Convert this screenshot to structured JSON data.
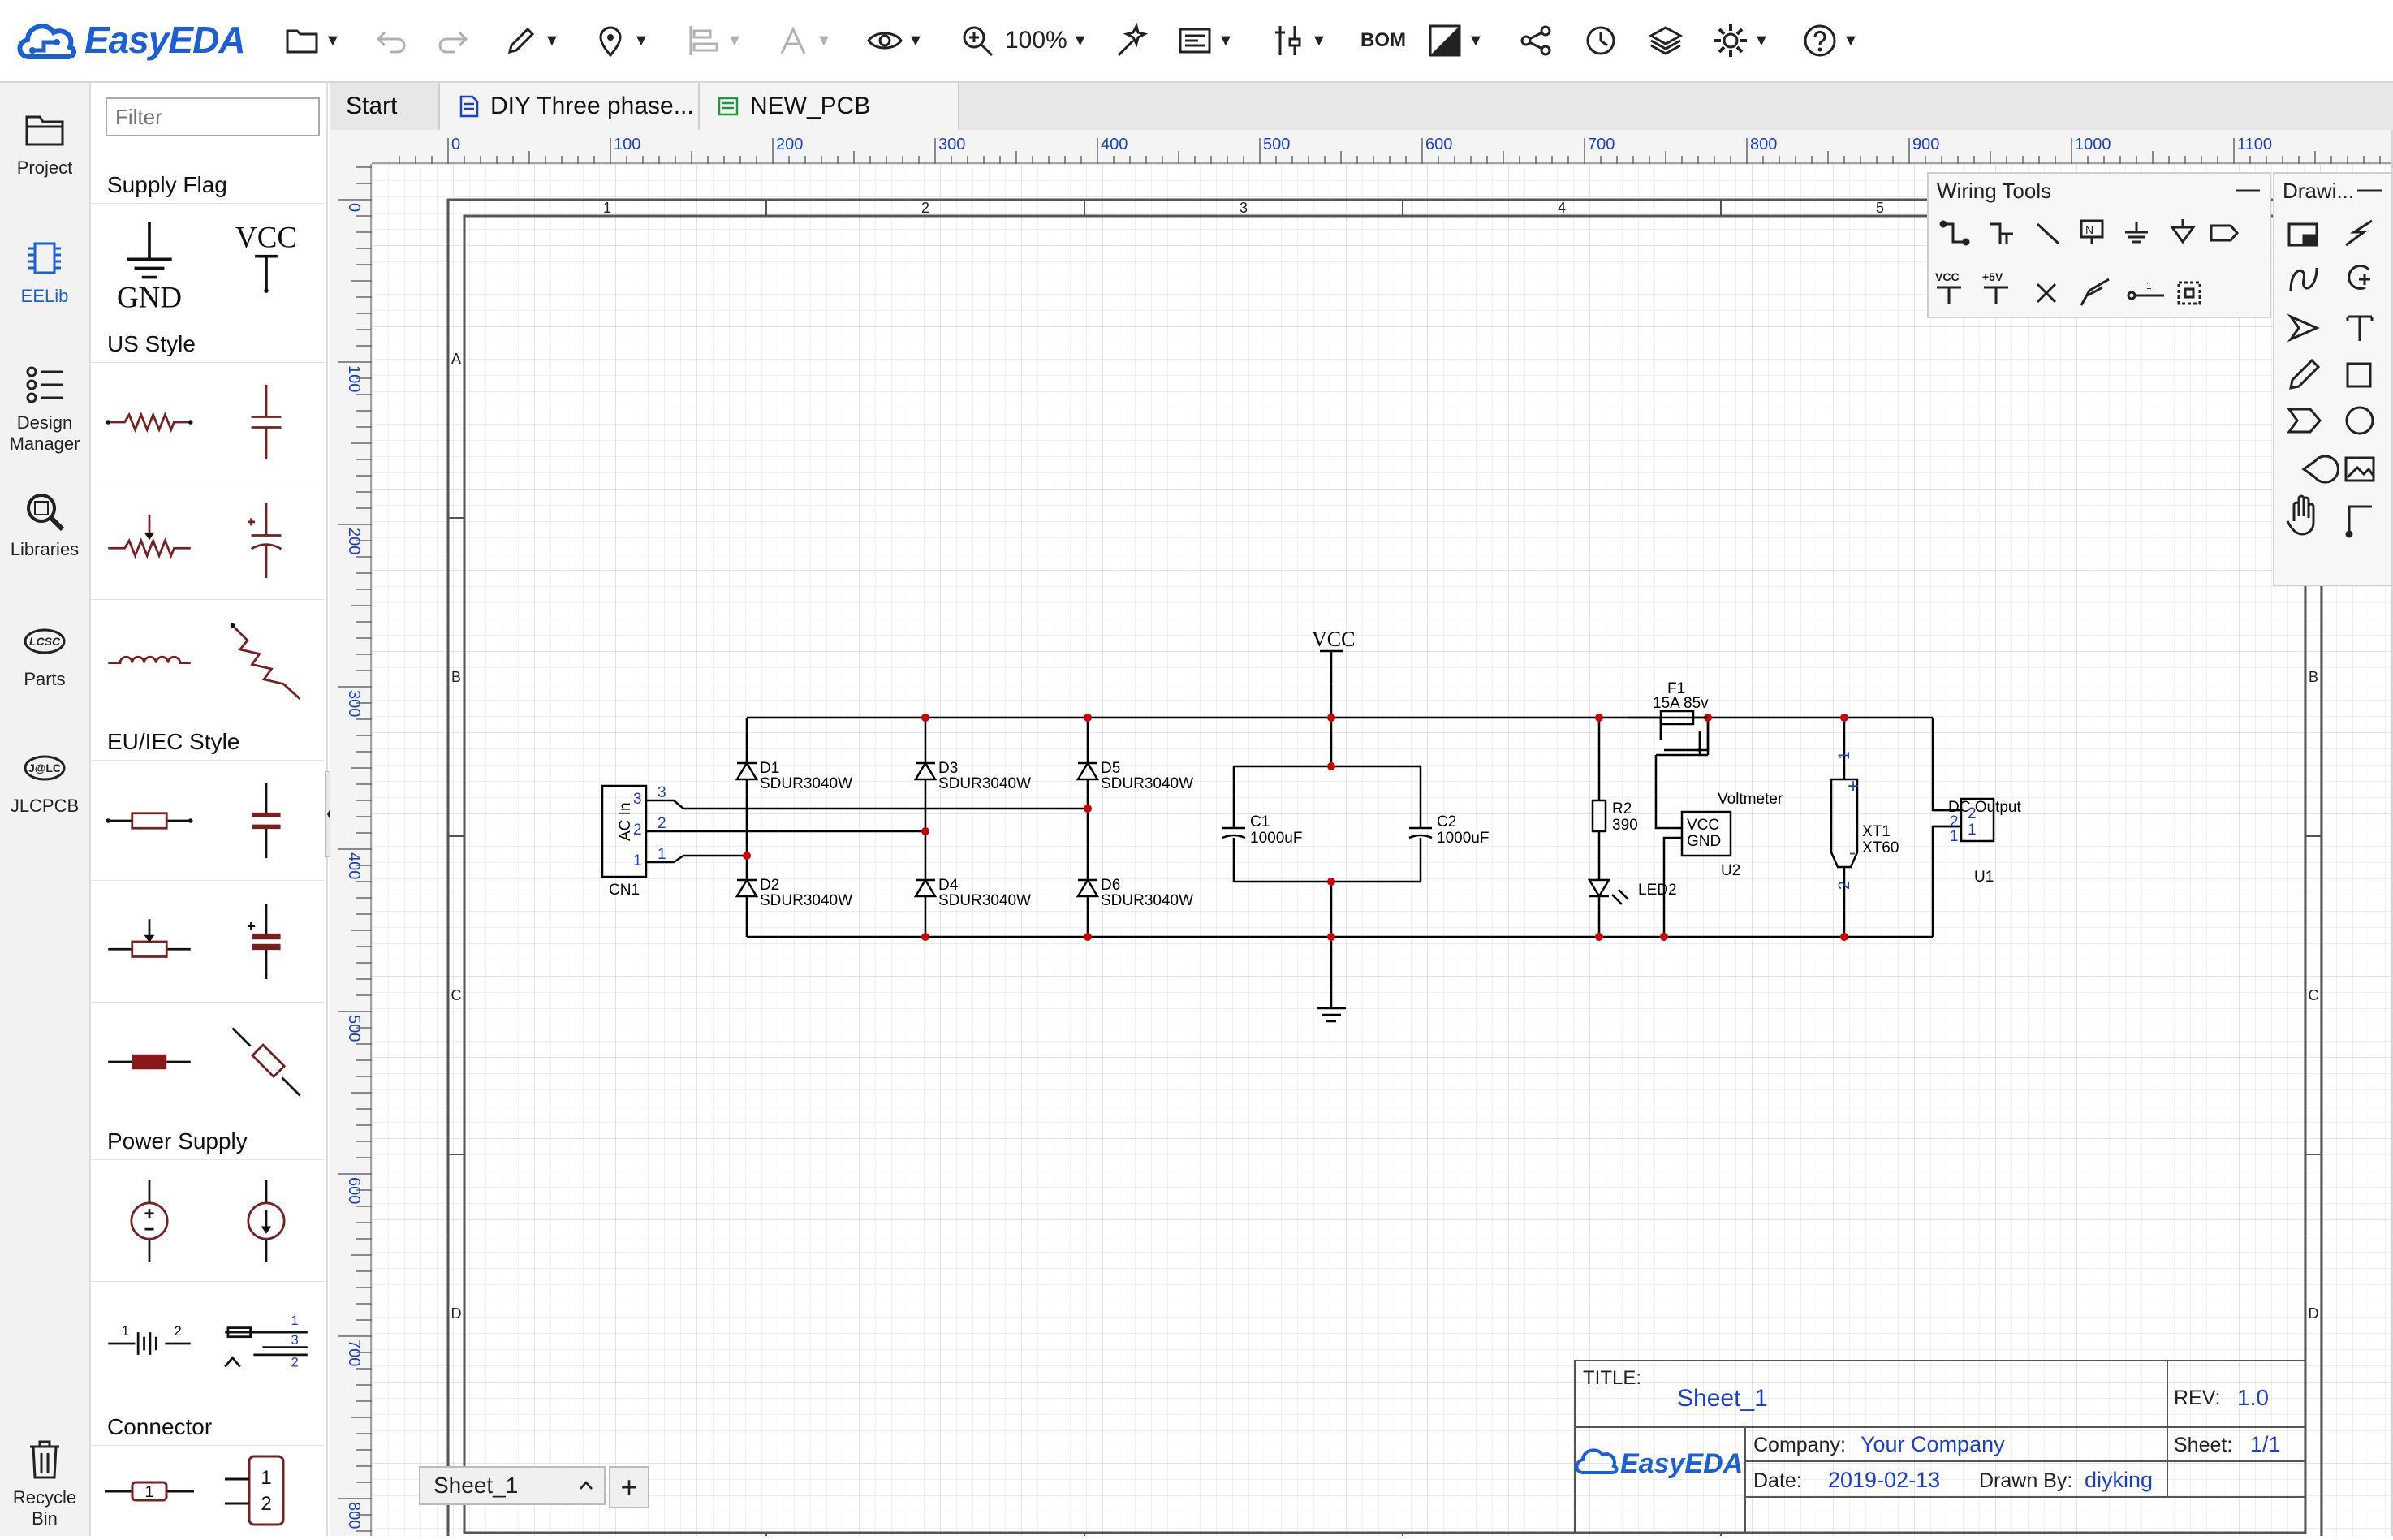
{
  "app": {
    "name": "EasyEDA",
    "brand_color": "#1a5fd6"
  },
  "toolbar": {
    "zoom": "100%",
    "bom_label": "BOM"
  },
  "leftnav": {
    "items": [
      {
        "label": "Project"
      },
      {
        "label": "EELib"
      },
      {
        "label": "Design Manager"
      },
      {
        "label": "Libraries"
      },
      {
        "label": "Parts"
      },
      {
        "label": "JLCPCB"
      },
      {
        "label": "Recycle Bin"
      }
    ],
    "parts_badge": "LCSC",
    "jlcpcb_badge": "J@LC"
  },
  "library": {
    "filter_placeholder": "Filter",
    "categories": [
      "Supply Flag",
      "US Style",
      "EU/IEC Style",
      "Power Supply",
      "Connector"
    ],
    "gnd_text": "GND",
    "vcc_text": "VCC"
  },
  "tabs": [
    {
      "label": "Start"
    },
    {
      "label": "DIY Three phase..."
    },
    {
      "label": "NEW_PCB"
    }
  ],
  "ruler": {
    "x_labels": [
      "0",
      "100",
      "200",
      "300",
      "400",
      "500",
      "600",
      "700",
      "800",
      "900",
      "1000",
      "1100"
    ],
    "y_labels": [
      "0",
      "100",
      "200",
      "300",
      "400",
      "500",
      "600",
      "700",
      "800"
    ]
  },
  "frame": {
    "col_labels": [
      "1",
      "2",
      "3",
      "4",
      "5"
    ],
    "row_labels": [
      "A",
      "B",
      "C",
      "D"
    ]
  },
  "panels": {
    "wiring_title": "Wiring Tools",
    "drawing_title": "Drawi...",
    "vcc_small": "VCC",
    "plus5v": "+5V"
  },
  "schematic": {
    "vcc_label": "VCC",
    "cn1": {
      "ref": "CN1",
      "name": "AC In",
      "pins": [
        "3",
        "2",
        "1"
      ]
    },
    "diodes": [
      {
        "ref": "D1",
        "value": "SDUR3040W"
      },
      {
        "ref": "D2",
        "value": "SDUR3040W"
      },
      {
        "ref": "D3",
        "value": "SDUR3040W"
      },
      {
        "ref": "D4",
        "value": "SDUR3040W"
      },
      {
        "ref": "D5",
        "value": "SDUR3040W"
      },
      {
        "ref": "D6",
        "value": "SDUR3040W"
      }
    ],
    "c1": {
      "ref": "C1",
      "value": "1000uF"
    },
    "c2": {
      "ref": "C2",
      "value": "1000uF"
    },
    "r2": {
      "ref": "R2",
      "value": "390"
    },
    "led2": {
      "ref": "LED2"
    },
    "f1": {
      "ref": "F1",
      "value": "15A 85v"
    },
    "u2": {
      "ref": "U2",
      "name": "Voltmeter",
      "pin_vcc": "VCC",
      "pin_gnd": "GND"
    },
    "xt1": {
      "ref": "XT1",
      "value": "XT60",
      "pin1": "1",
      "pin2": "2",
      "plus": "+",
      "minus": "-"
    },
    "u1": {
      "ref": "U1",
      "name": "DC Output",
      "pins": [
        "2",
        "1"
      ]
    },
    "wire_color": "#000000",
    "junction_color": "#cc0000"
  },
  "titleblock": {
    "title_label": "TITLE:",
    "title_value": "Sheet_1",
    "rev_label": "REV:",
    "rev_value": "1.0",
    "company_label": "Company:",
    "company_value": "Your Company",
    "sheet_label": "Sheet:",
    "sheet_value": "1/1",
    "date_label": "Date:",
    "date_value": "2019-02-13",
    "drawnby_label": "Drawn By:",
    "drawnby_value": "diyking",
    "logo_text": "EasyEDA"
  },
  "sheet": {
    "tab_label": "Sheet_1",
    "add_label": "+"
  }
}
